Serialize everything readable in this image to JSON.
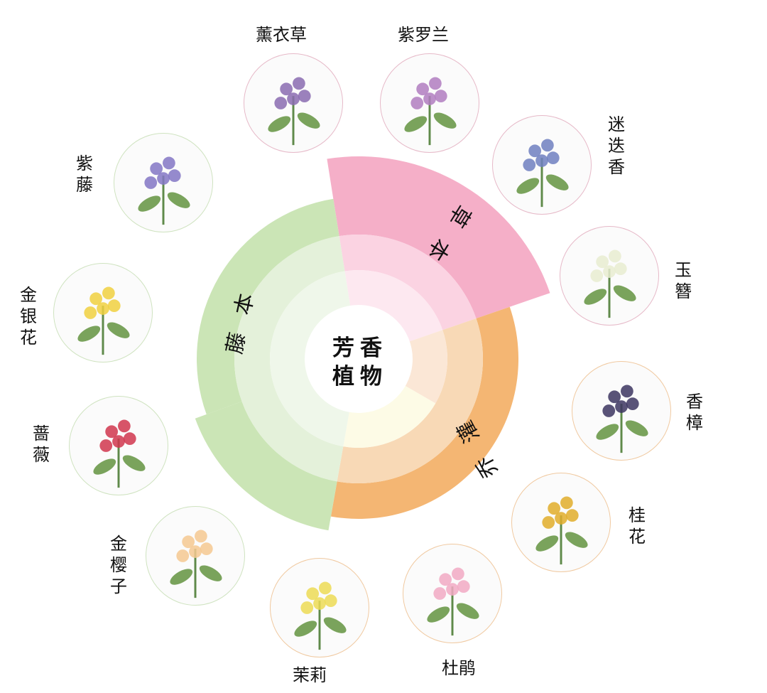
{
  "center": {
    "title": "芳香植物"
  },
  "categories": [
    {
      "label": "草本",
      "color": "#f5afc8"
    },
    {
      "label": "乔灌",
      "color": "#f4b673"
    },
    {
      "label": "藤本",
      "color": "#cbe5b6"
    }
  ],
  "plants": [
    {
      "name": "薰衣草",
      "category": "草本"
    },
    {
      "name": "紫罗兰",
      "category": "草本"
    },
    {
      "name": "迷迭香",
      "category": "草本"
    },
    {
      "name": "玉簪",
      "category": "草本"
    },
    {
      "name": "香樟",
      "category": "乔灌"
    },
    {
      "name": "桂花",
      "category": "乔灌"
    },
    {
      "name": "杜鹃",
      "category": "乔灌"
    },
    {
      "name": "茉莉",
      "category": "乔灌"
    },
    {
      "name": "金樱子",
      "category": "藤本"
    },
    {
      "name": "蔷薇",
      "category": "藤本"
    },
    {
      "name": "金银花",
      "category": "藤本"
    },
    {
      "name": "紫藤",
      "category": "藤本"
    }
  ]
}
